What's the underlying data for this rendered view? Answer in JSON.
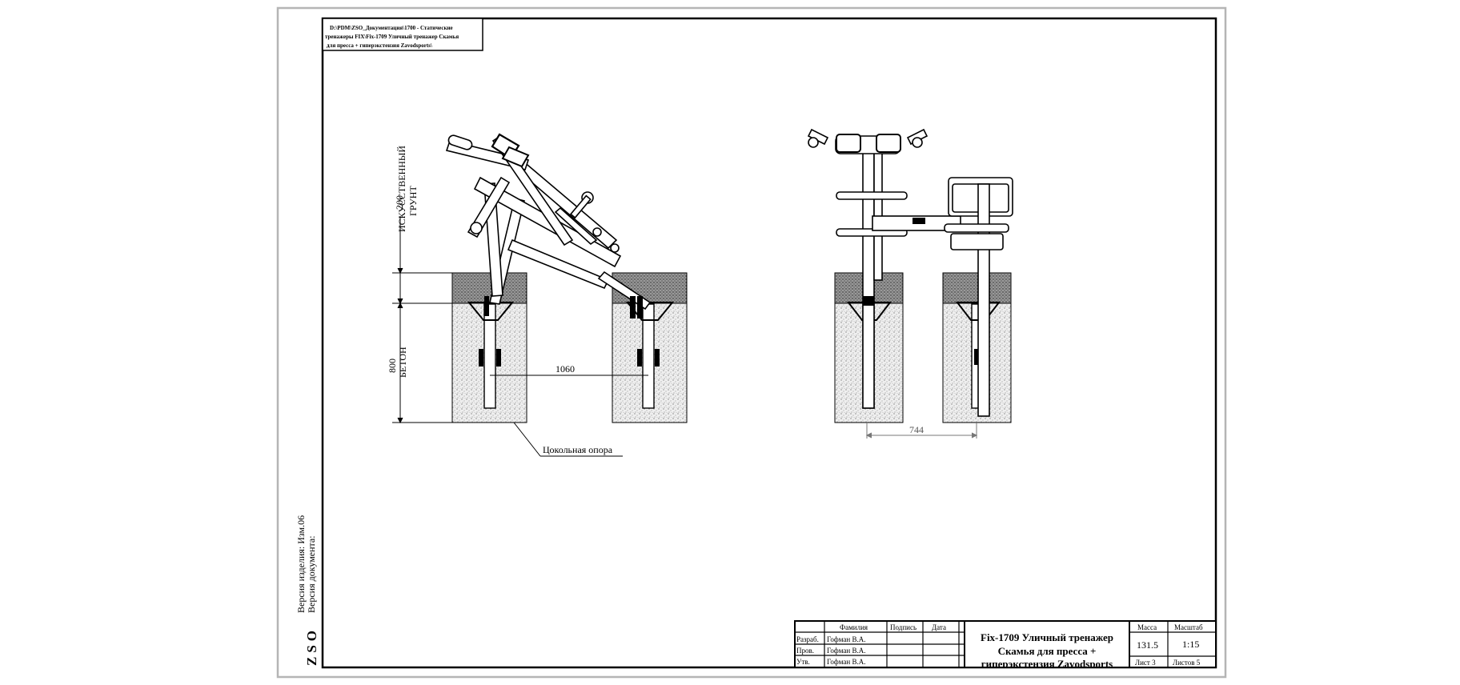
{
  "path_box": {
    "line1": "D:\\PDM\\ZSO_Документация\\1700 - Статические",
    "line2": "тренажеры FIX\\Fix-1709 Уличный тренажер Скамья",
    "line3": "для пресса + гиперэкстензия Zavodsports\\"
  },
  "dimensions": {
    "ground_depth": "200",
    "ground_label_1": "ИСКУССТВЕННЫЙ",
    "ground_label_2": "ГРУНТ",
    "concrete_depth": "800",
    "concrete_label": "БЕТОН",
    "side_spacing": "1060",
    "front_spacing": "744",
    "foundation_callout": "Цокольная опора"
  },
  "side_stamp": {
    "company": "ZSO",
    "version_item": "Версия изделия: Изм.06",
    "version_doc": "Версия документа:"
  },
  "title_block": {
    "col_surname": "Фамилия",
    "col_signature": "Подпись",
    "col_date": "Дата",
    "rows": [
      {
        "role": "Разраб.",
        "name": "Гофман В.А."
      },
      {
        "role": "Пров.",
        "name": "Гофман В.А."
      },
      {
        "role": "Утв.",
        "name": "Гофман В.А."
      }
    ],
    "title_line1": "Fix-1709 Уличный тренажер",
    "title_line2": "Скамья для пресса +",
    "title_line3": "гиперэкстензия Zavodsports",
    "mass_label": "Масса",
    "mass_value": "131.5",
    "scale_label": "Масштаб",
    "scale_value": "1:15",
    "sheet_label": "Лист 3",
    "sheets_label": "Листов 5"
  }
}
